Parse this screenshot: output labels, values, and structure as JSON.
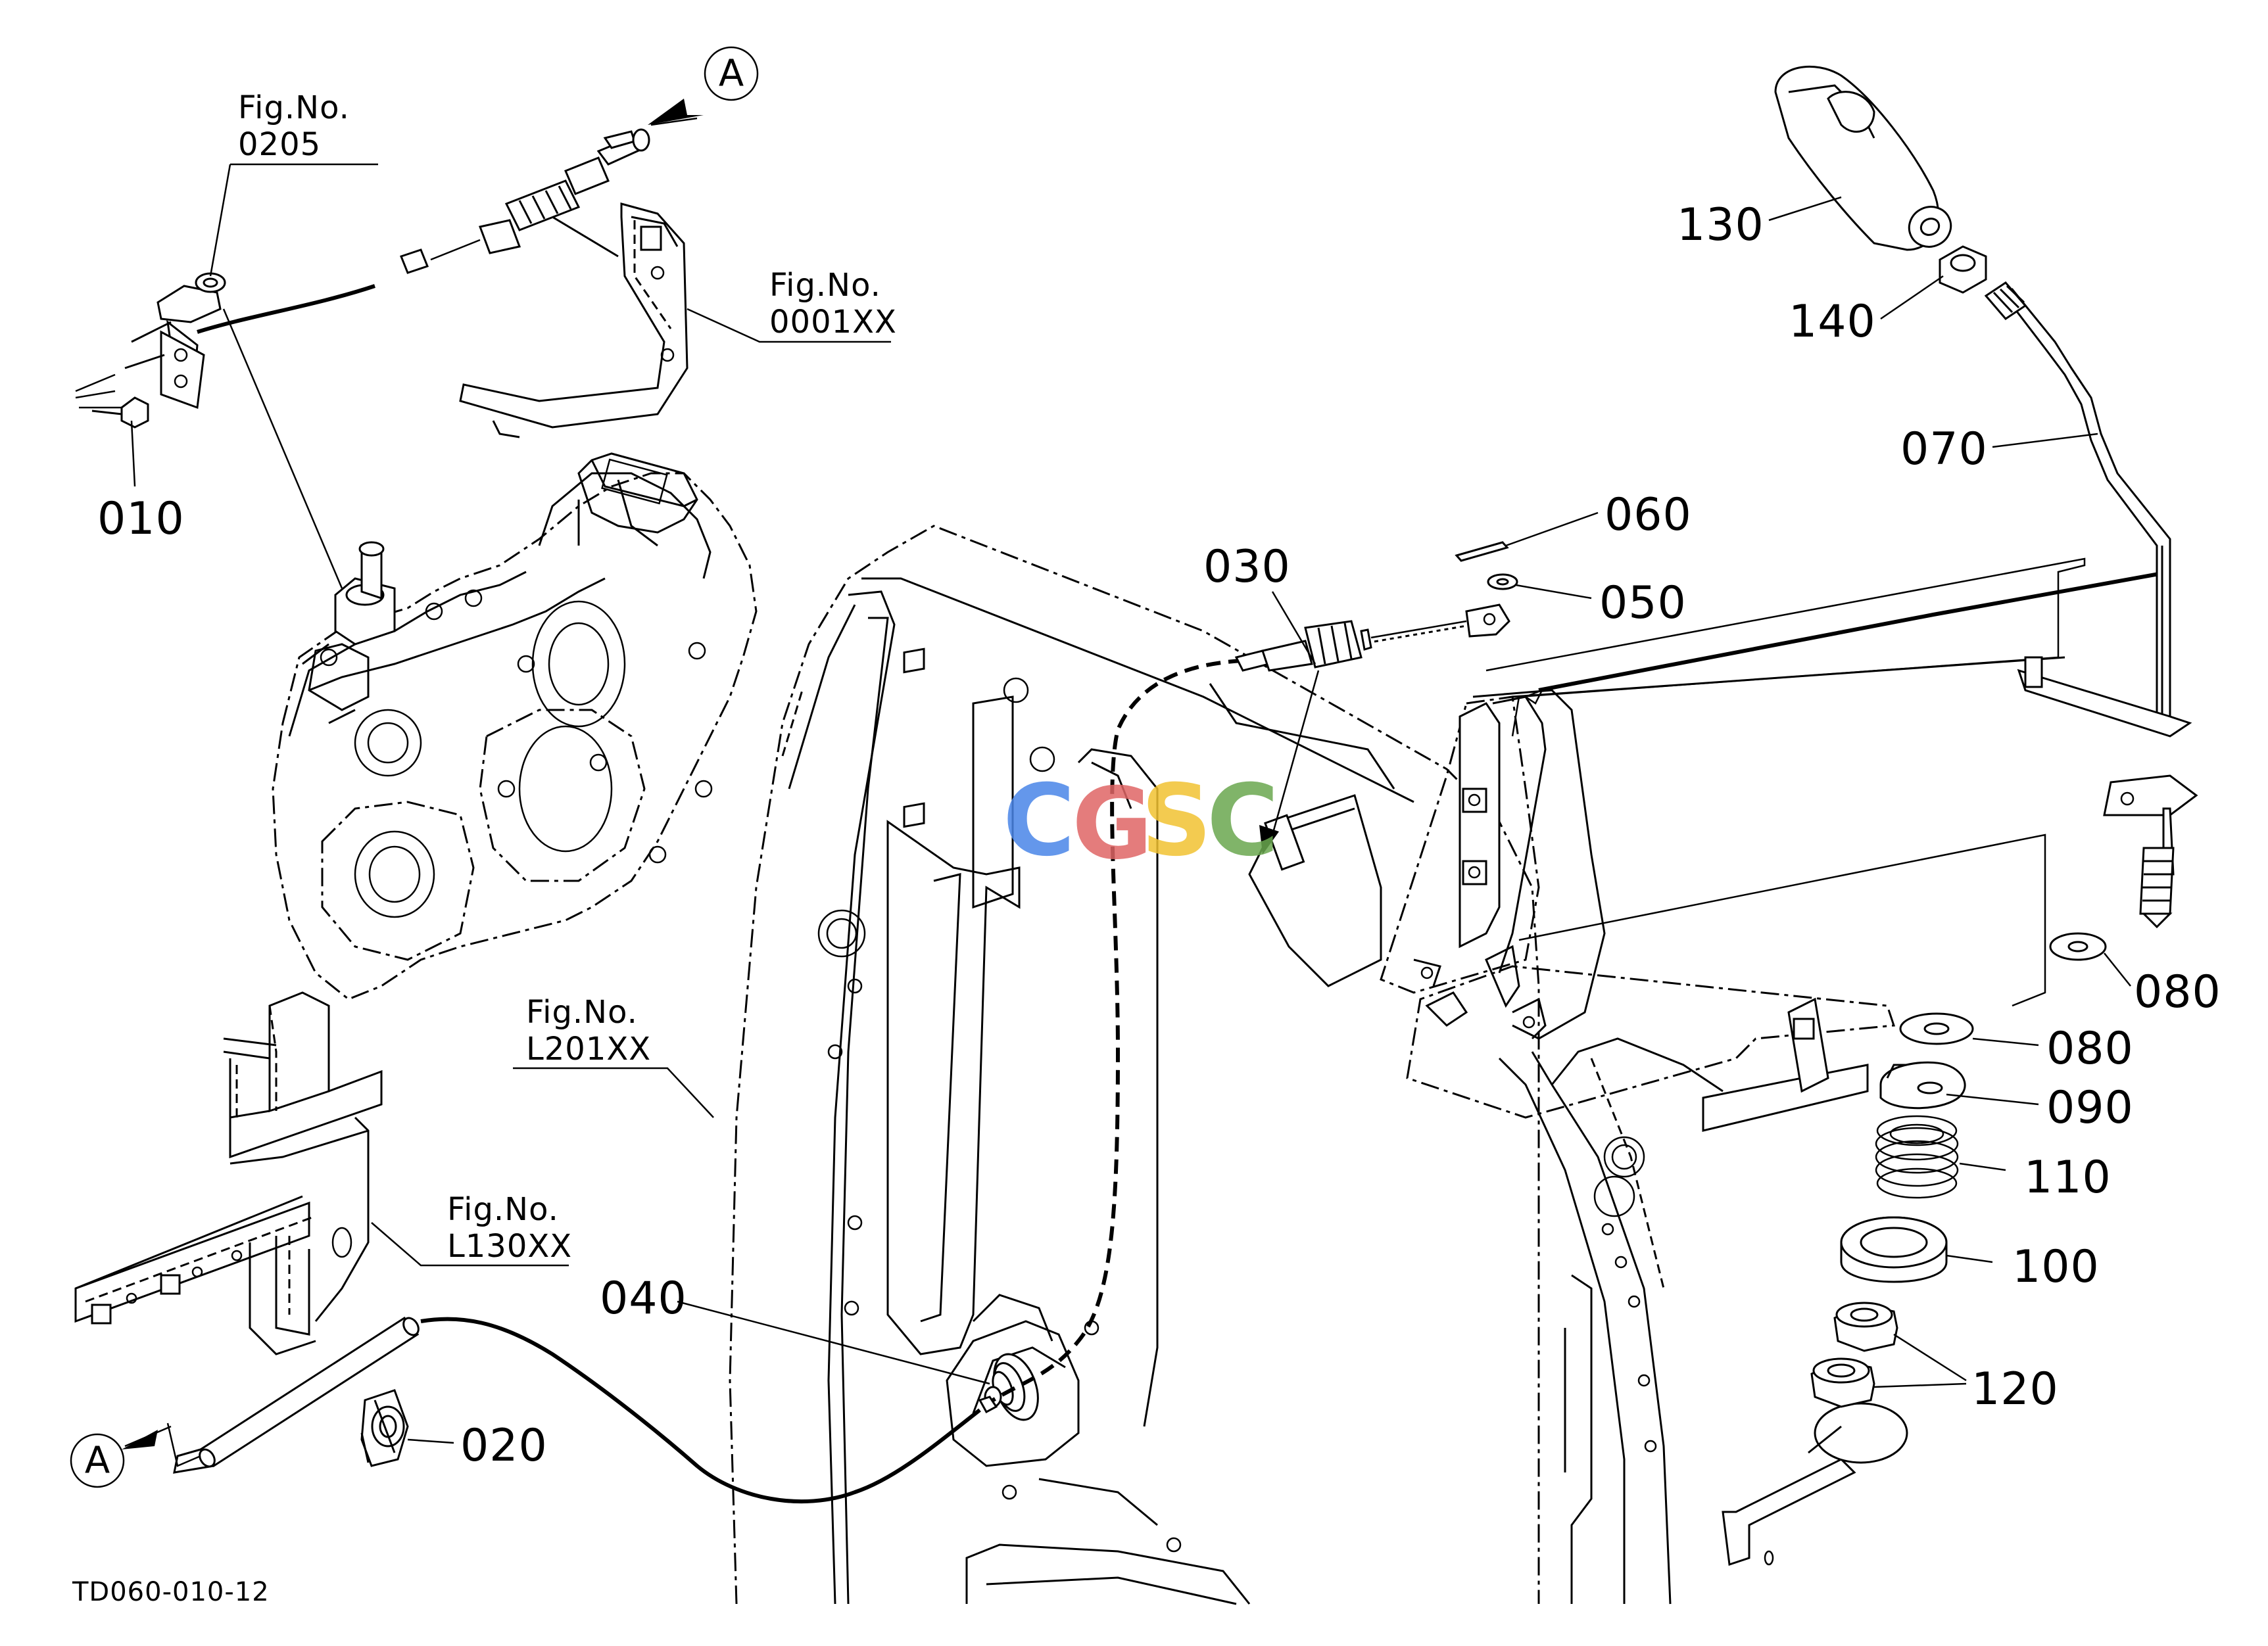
{
  "diagram": {
    "code": "TD060-010-12",
    "callout_letter": "A",
    "watermark": {
      "letters": [
        "C",
        "G",
        "S",
        "C"
      ],
      "colors": [
        "#4a86e8",
        "#e06666",
        "#f1c232",
        "#6aa84f"
      ]
    },
    "figure_refs": [
      {
        "id": "fig-0205",
        "title": "Fig.No.",
        "number": "0205"
      },
      {
        "id": "fig-0001xx",
        "title": "Fig.No.",
        "number": "0001XX"
      },
      {
        "id": "fig-l201xx",
        "title": "Fig.No.",
        "number": "L201XX"
      },
      {
        "id": "fig-l130xx",
        "title": "Fig.No.",
        "number": "L130XX"
      }
    ],
    "parts": [
      {
        "no": "010"
      },
      {
        "no": "020"
      },
      {
        "no": "030"
      },
      {
        "no": "040"
      },
      {
        "no": "050"
      },
      {
        "no": "060"
      },
      {
        "no": "070"
      },
      {
        "no": "080"
      },
      {
        "no": "080"
      },
      {
        "no": "090"
      },
      {
        "no": "100"
      },
      {
        "no": "110"
      },
      {
        "no": "120"
      },
      {
        "no": "130"
      },
      {
        "no": "140"
      }
    ]
  }
}
